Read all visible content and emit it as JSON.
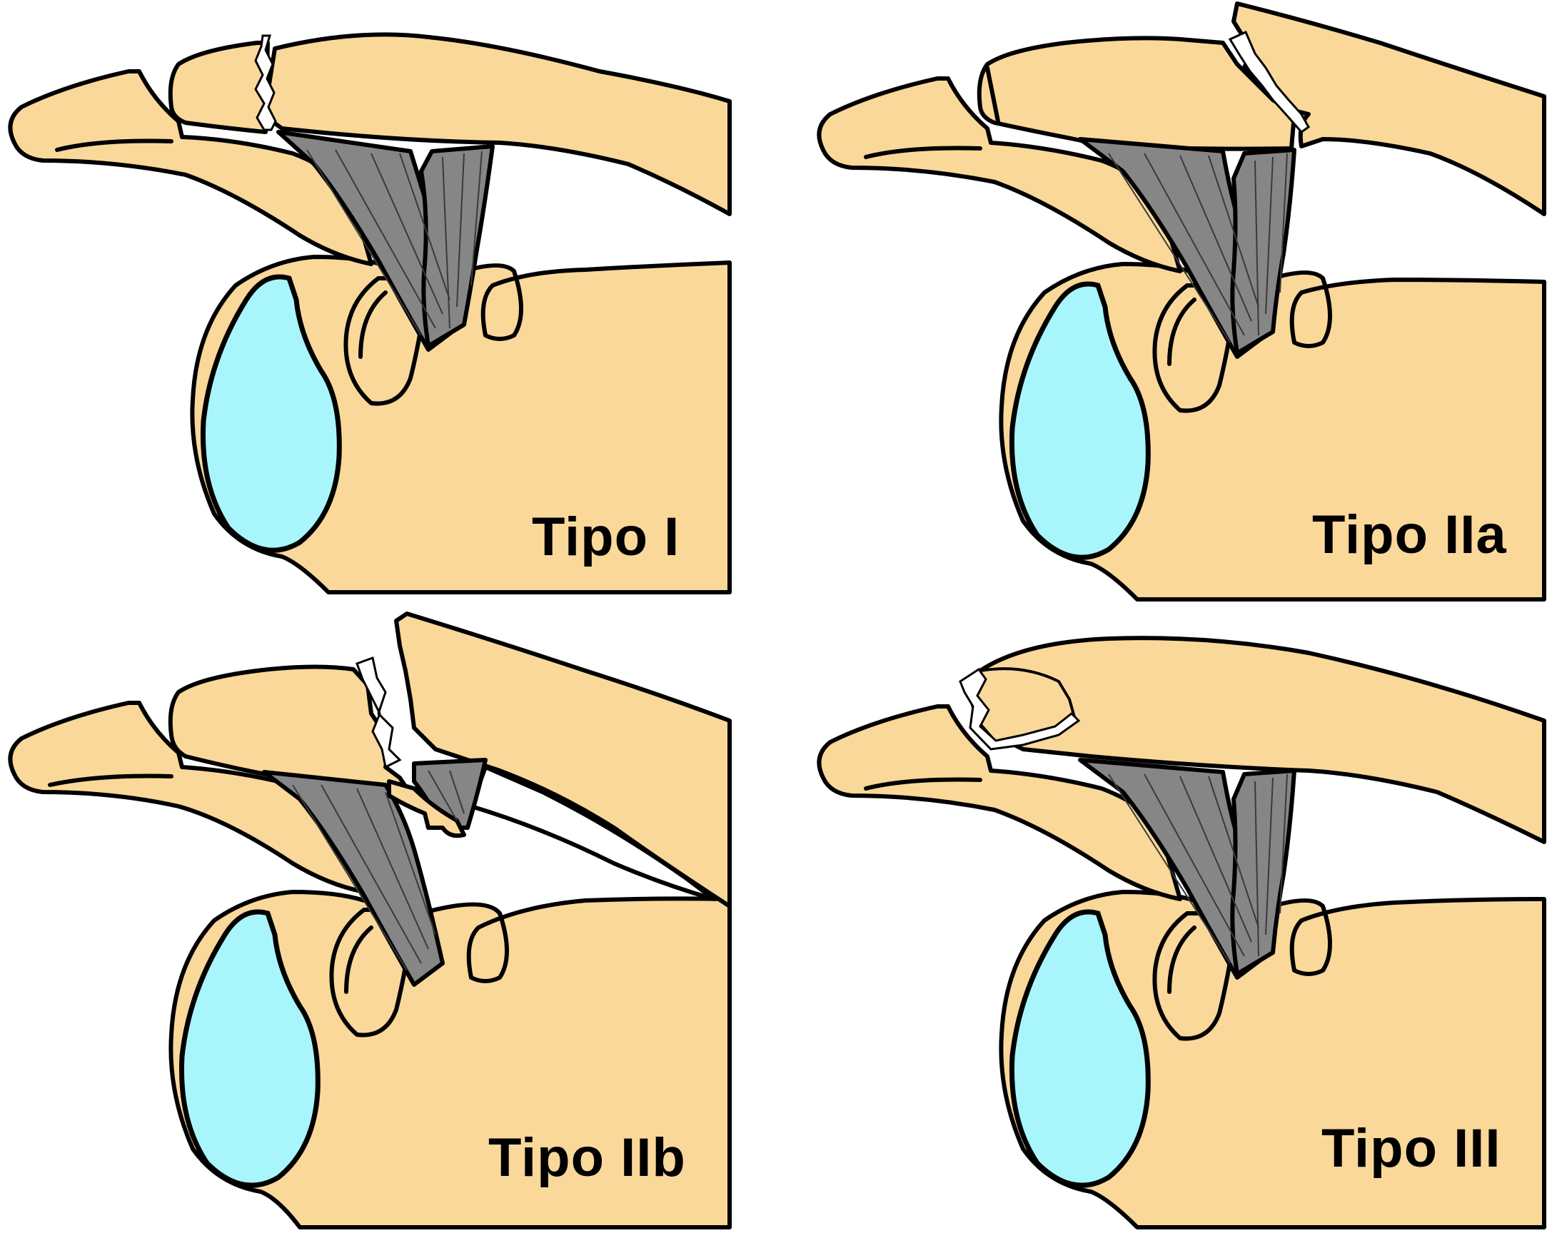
{
  "panels": [
    {
      "id": "p1",
      "label": "Tipo I"
    },
    {
      "id": "p2",
      "label": "Tipo IIa"
    },
    {
      "id": "p3",
      "label": "Tipo IIb"
    },
    {
      "id": "p4",
      "label": "Tipo III"
    }
  ],
  "colors": {
    "bone": "#fad89a",
    "ligament": "#868686",
    "bursa": "#a8f6fc",
    "outline": "#000000"
  }
}
